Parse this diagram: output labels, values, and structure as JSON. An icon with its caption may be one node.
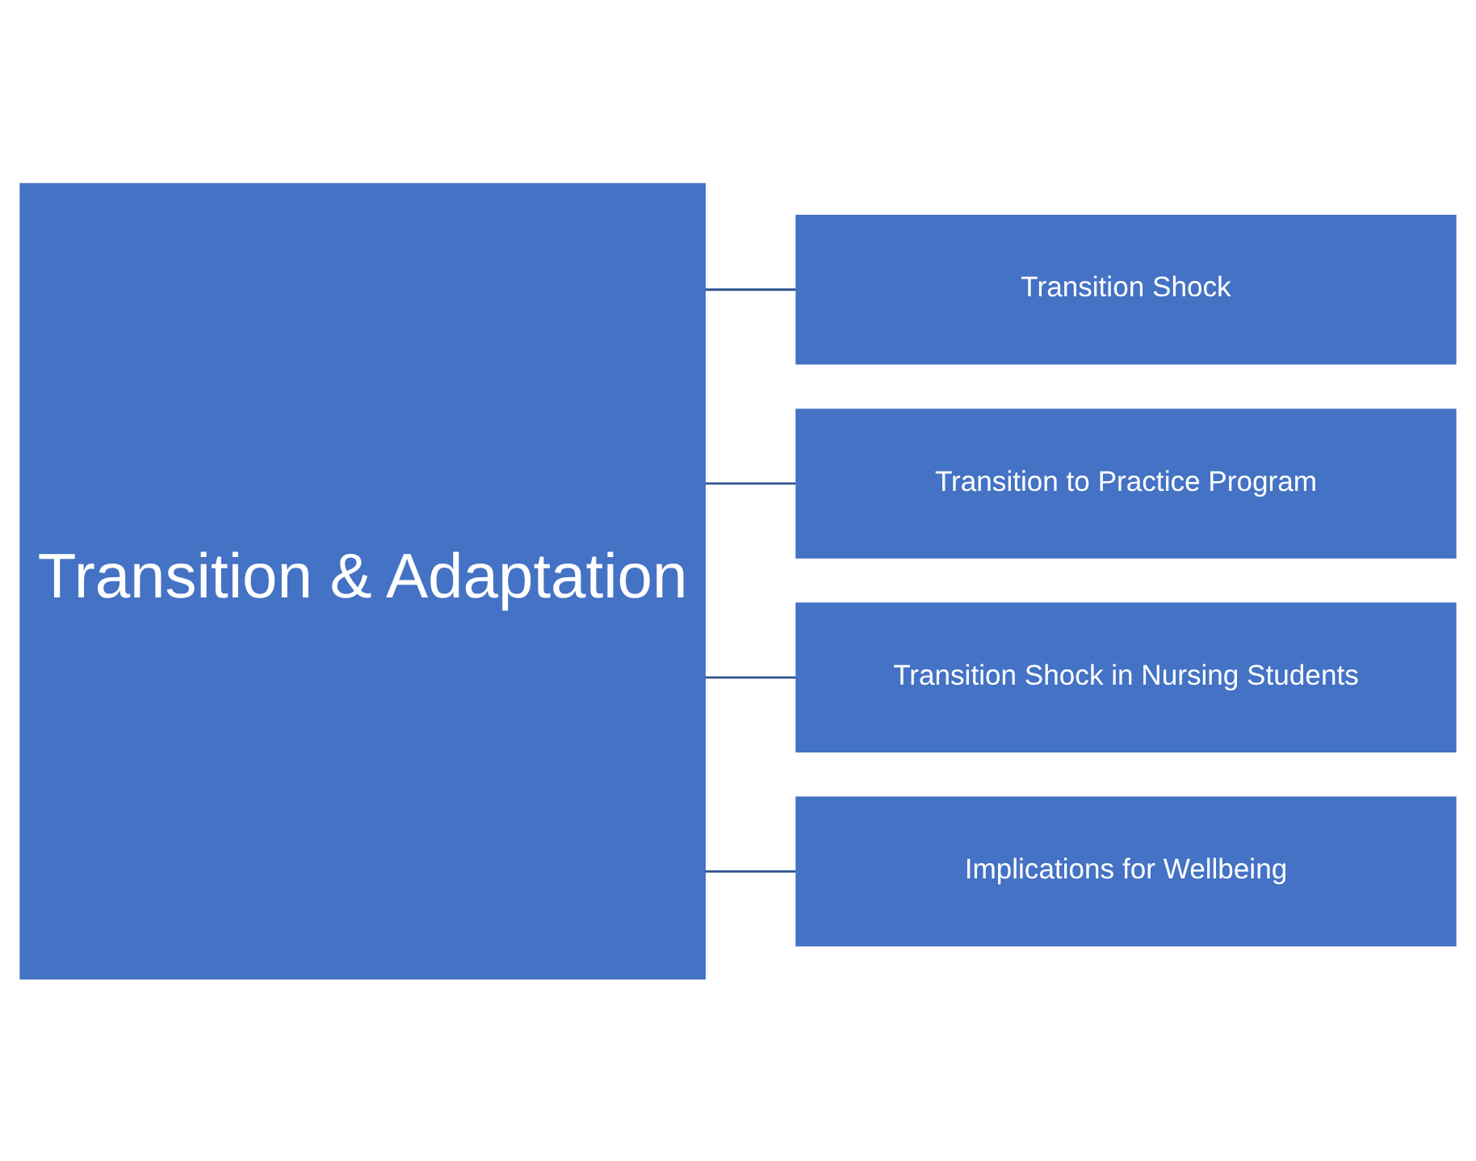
{
  "diagram": {
    "nodes": [
      {
        "text": [
          "Transition & Adaptation"
        ]
      },
      {
        "text": [
          "Transition Shock"
        ]
      },
      {
        "text": [
          "Transition to Practice Program"
        ]
      },
      {
        "text": [
          "Transition Shock in Nursing Students"
        ]
      },
      {
        "text": [
          "Implications for Wellbeing"
        ]
      }
    ],
    "edges": [
      {
        "from": 0,
        "to": 1,
        "arrow": "none"
      },
      {
        "from": 0,
        "to": 2,
        "arrow": "none"
      },
      {
        "from": 0,
        "to": 3,
        "arrow": "none"
      },
      {
        "from": 0,
        "to": 4,
        "arrow": "none"
      }
    ]
  }
}
